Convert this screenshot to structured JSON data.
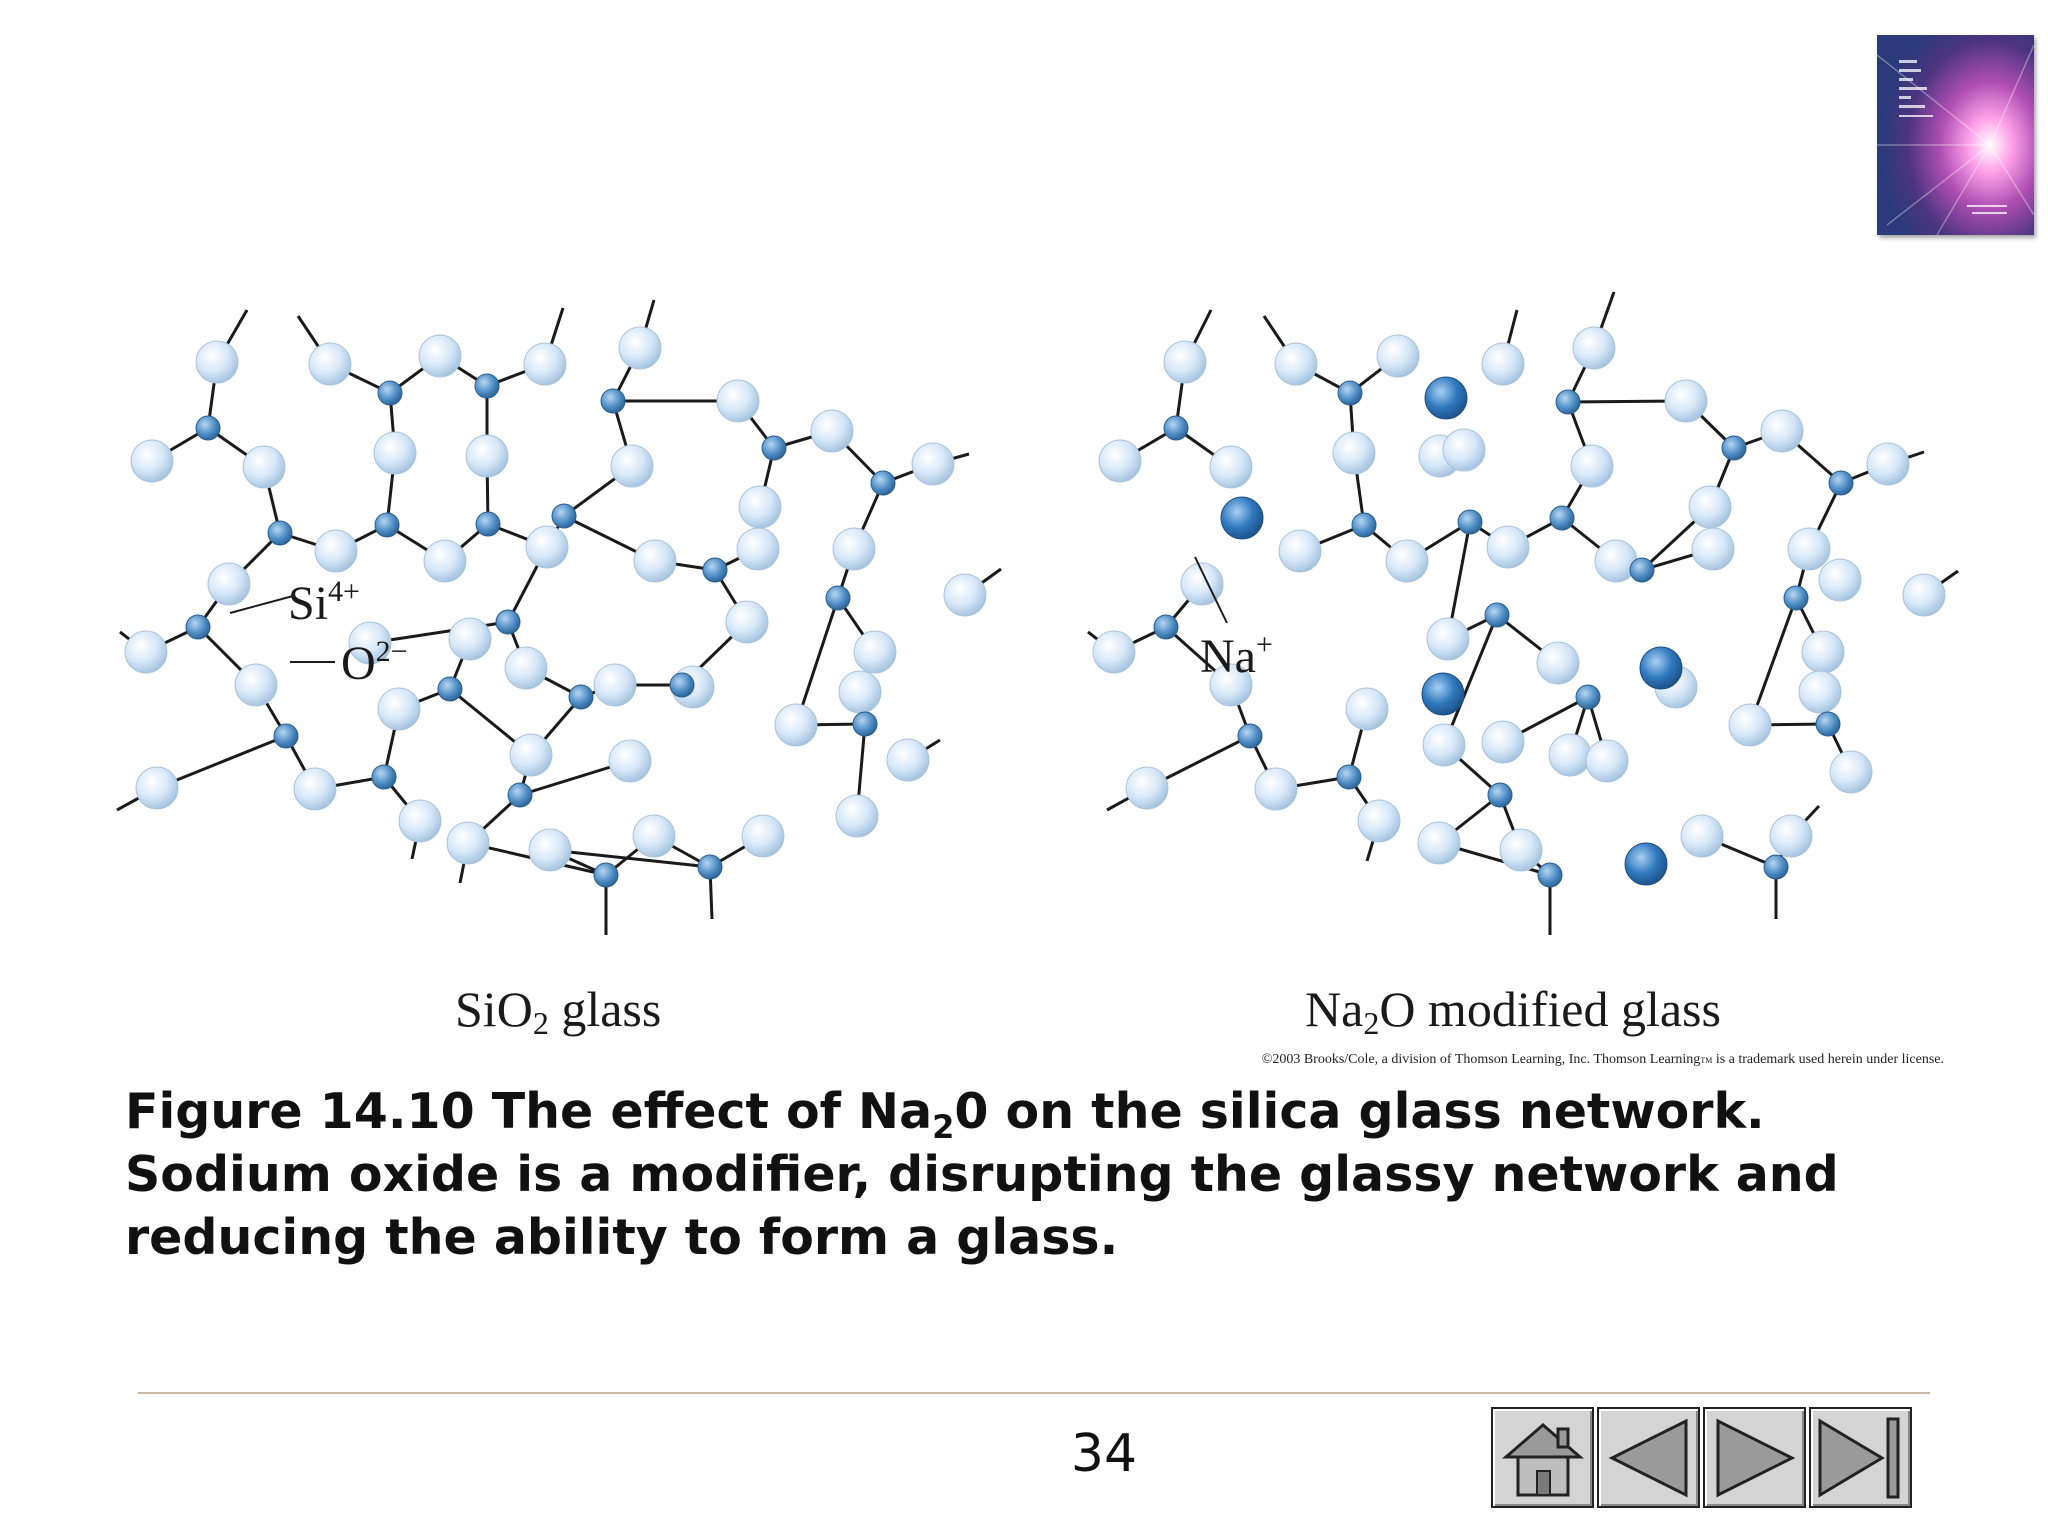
{
  "slide": {
    "page_number": "34",
    "copyright": {
      "main": "©2003 Brooks/Cole, a division of Thomson Learning, Inc.  Thomson Learning",
      "tm": "TM",
      "tail": " is a trademark used herein under license."
    },
    "caption": {
      "part1": "Figure 14.10  The effect of Na",
      "sub": "2",
      "part2": "0 on the silica glass network. Sodium oxide is a modifier, disrupting the glassy network and reducing the ability to form a glass."
    }
  },
  "diagram": {
    "left_panel": {
      "label_prefix": "SiO",
      "label_sub": "2",
      "label_suffix": " glass",
      "si_label": "Si4+",
      "o_label": "O2−"
    },
    "right_panel": {
      "label_prefix": "Na",
      "label_sub": "2",
      "label_suffix": "O modified glass",
      "na_label": "Na+"
    },
    "colors": {
      "oxygen": "#cfe2f5",
      "silicon": "#4d8cc4",
      "sodium": "#2f78be",
      "bond": "#1a1a1a"
    }
  },
  "navigation": {
    "buttons": [
      {
        "name": "home",
        "icon": "home-icon"
      },
      {
        "name": "previous",
        "icon": "left-triangle-icon"
      },
      {
        "name": "next",
        "icon": "right-triangle-icon"
      },
      {
        "name": "last",
        "icon": "end-icon"
      }
    ]
  }
}
